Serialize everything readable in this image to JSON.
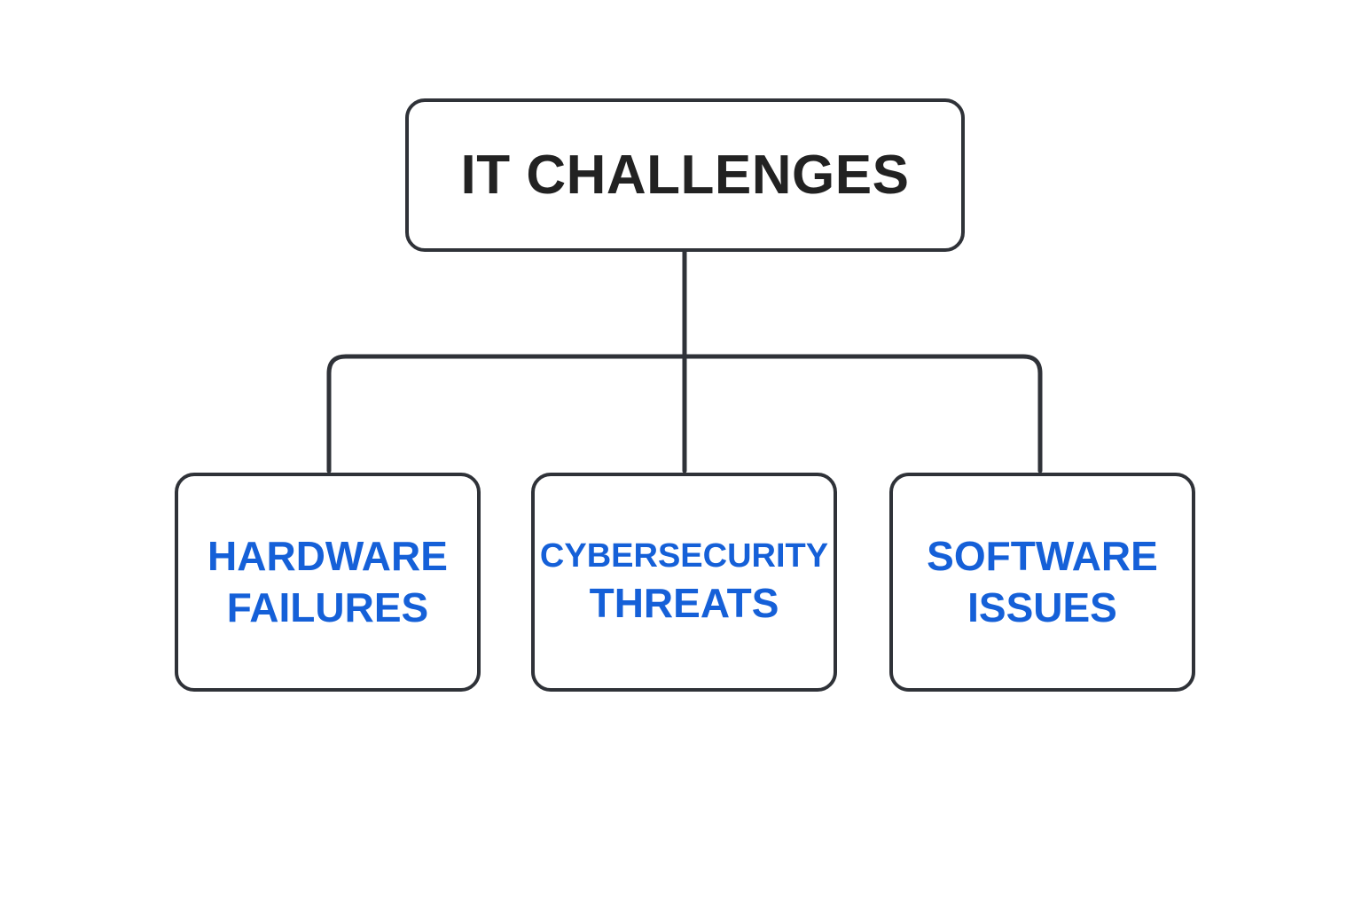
{
  "diagram": {
    "root": {
      "label": "IT CHALLENGES"
    },
    "children": [
      {
        "line1": "HARDWARE",
        "line2": "FAILURES"
      },
      {
        "line1": "CYBERSECURITY",
        "line2": "THREATS"
      },
      {
        "line1": "SOFTWARE",
        "line2": "ISSUES"
      }
    ]
  },
  "colors": {
    "border": "#2f3238",
    "root_text": "#222222",
    "child_text": "#1560d8",
    "background": "#ffffff"
  }
}
